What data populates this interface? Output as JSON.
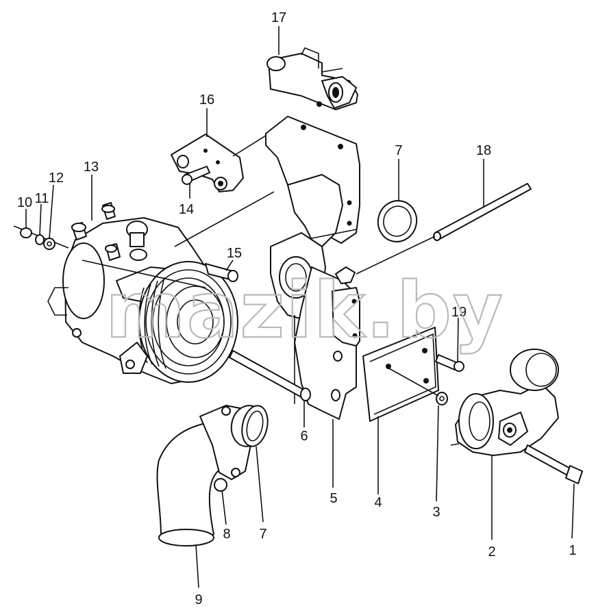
{
  "watermark": "mazik.by",
  "callouts": [
    "1",
    "2",
    "3",
    "4",
    "5",
    "6",
    "7",
    "7",
    "8",
    "9",
    "10",
    "11",
    "12",
    "13",
    "14",
    "15",
    "16",
    "17",
    "18",
    "19"
  ]
}
